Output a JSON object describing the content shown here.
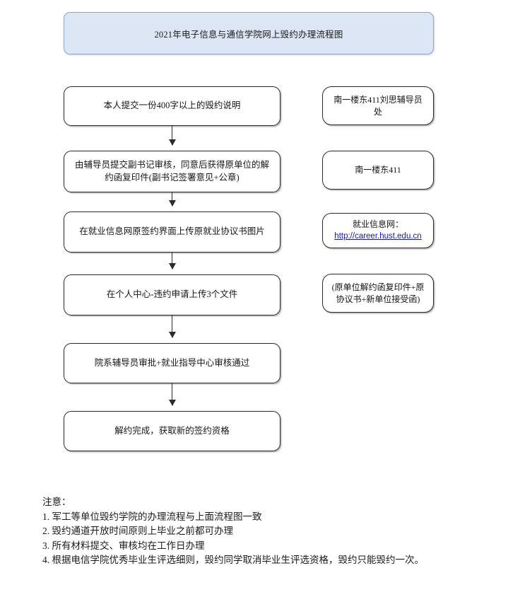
{
  "title": {
    "text": "2021年电子信息与通信学院网上毁约办理流程图",
    "fill_color": "#dce6f5",
    "border_color": "#8ca8cd"
  },
  "flow": {
    "steps": [
      {
        "id": "step-1",
        "text": "本人提交一份400字以上的毁约说明"
      },
      {
        "id": "step-2",
        "text": "由辅导员提交副书记审核，同意后获得原单位的解约函复印件(副书记签署意见+公章)"
      },
      {
        "id": "step-3",
        "text": "在就业信息网原签约界面上传原就业协议书图片"
      },
      {
        "id": "step-4",
        "text": "在个人中心-违约申请上传3个文件"
      },
      {
        "id": "step-5",
        "text": "院系辅导员审批+就业指导中心审核通过"
      },
      {
        "id": "step-6",
        "text": "解约完成，获取新的签约资格"
      }
    ]
  },
  "annotations": {
    "items": [
      {
        "id": "note-1",
        "text": "南一楼东411刘思辅导员处"
      },
      {
        "id": "note-2",
        "text": "南一楼东411"
      },
      {
        "id": "note-3",
        "label": "就业信息网：",
        "link_text": "http://career.hust.edu.cn",
        "link_color": "#1414c8"
      },
      {
        "id": "note-4",
        "text": "(原单位解约函复印件+原协议书+新单位接受函)"
      }
    ]
  },
  "notes": {
    "heading": "注意：",
    "lines": [
      "1. 军工等单位毁约学院的办理流程与上面流程图一致",
      "2. 毁约通道开放时间原则上毕业之前都可办理",
      "3. 所有材料提交、审核均在工作日办理",
      "4. 根据电信学院优秀毕业生评选细则，毁约同学取消毕业生评选资格，毁约只能毁约一次。"
    ]
  }
}
